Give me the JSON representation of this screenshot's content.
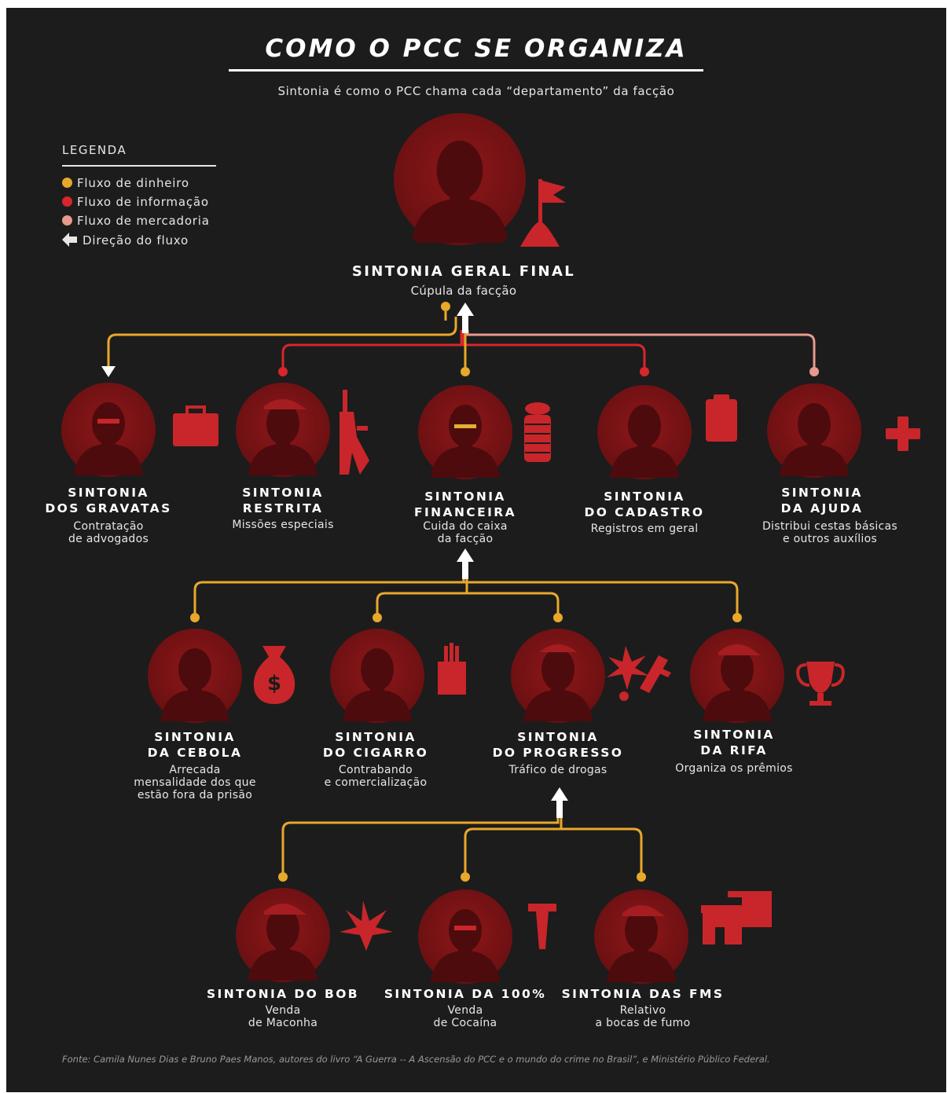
{
  "title": "COMO O PCC SE ORGANIZA",
  "subtitle": "Sintonia é como o PCC chama cada “departamento” da facção",
  "legend": {
    "title": "LEGENDA",
    "items": [
      {
        "label": "Fluxo de dinheiro",
        "color": "#e8a82a"
      },
      {
        "label": "Fluxo de informação",
        "color": "#d7262c"
      },
      {
        "label": "Fluxo de mercadoria",
        "color": "#e79a8e"
      },
      {
        "label": "Direção do fluxo",
        "icon": "arrow-left-icon"
      }
    ]
  },
  "nodes": [
    {
      "id": "geral",
      "name": "SINTONIA GERAL FINAL",
      "desc": "Cúpula da facção",
      "icon": "flag-icon"
    },
    {
      "id": "gravatas",
      "name": "SINTONIA\nDOS GRAVATAS",
      "desc": "Contratação\nde advogados",
      "icon": "briefcase-icon"
    },
    {
      "id": "restrita",
      "name": "SINTONIA\nRESTRITA",
      "desc": "Missões especiais",
      "icon": "rifle-icon"
    },
    {
      "id": "financeira",
      "name": "SINTONIA\nFINANCEIRA",
      "desc": "Cuida do caixa\nda facção",
      "icon": "coin-stack-icon"
    },
    {
      "id": "cadastro",
      "name": "SINTONIA\nDO CADASTRO",
      "desc": "Registros em geral",
      "icon": "clipboard-icon"
    },
    {
      "id": "ajuda",
      "name": "SINTONIA\nDA AJUDA",
      "desc": "Distribui cestas básicas\ne outros auxílios",
      "icon": "cross-icon"
    },
    {
      "id": "cebola",
      "name": "SINTONIA\nDA CEBOLA",
      "desc": "Arrecada\nmensalidade dos que\nestão fora da prisão",
      "icon": "money-bag-icon"
    },
    {
      "id": "cigarro",
      "name": "SINTONIA\nDO CIGARRO",
      "desc": "Contrabando\ne comercialização",
      "icon": "cigarette-pack-icon"
    },
    {
      "id": "progresso",
      "name": "SINTONIA\nDO PROGRESSO",
      "desc": "Tráfico de drogas",
      "icon": "drugs-icon"
    },
    {
      "id": "rifa",
      "name": "SINTONIA\nDA RIFA",
      "desc": "Organiza os prêmios",
      "icon": "trophy-icon"
    },
    {
      "id": "bob",
      "name": "SINTONIA DO BOB",
      "desc": "Venda\nde Maconha",
      "icon": "leaf-icon"
    },
    {
      "id": "cem",
      "name": "SINTONIA DA 100%",
      "desc": "Venda\nde Cocaína",
      "icon": "vial-icon"
    },
    {
      "id": "fms",
      "name": "SINTONIA DAS FMS",
      "desc": "Relativo\na bocas de fumo",
      "icon": "houses-icon"
    }
  ],
  "colors": {
    "background": "#1c1c1c",
    "money": "#e8a82a",
    "info": "#d7262c",
    "goods": "#e79a8e",
    "node": "#7d1416",
    "node_icon": "#c8262a"
  },
  "source": "Fonte: Camila Nunes Dias e Bruno Paes Manos, autores do livro “A Guerra -- A Ascensão do PCC e o mundo do crime no Brasil”, e Ministério Público Federal."
}
